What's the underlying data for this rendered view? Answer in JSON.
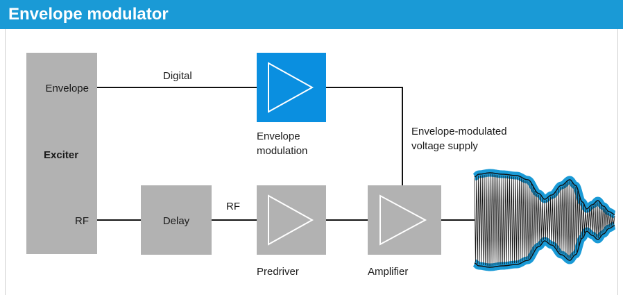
{
  "title": "Envelope modulator",
  "colors": {
    "header": "#1a9ad6",
    "block_gray": "#b2b2b2",
    "block_blue": "#0a8fe0",
    "signal_outline": "#1a9ad6"
  },
  "exciter": {
    "label": "Exciter",
    "envelope_port": "Envelope",
    "rf_port": "RF"
  },
  "labels": {
    "digital": "Digital",
    "rf": "RF",
    "delay": "Delay",
    "envelope_modulation_1": "Envelope",
    "envelope_modulation_2": "modulation",
    "supply_1": "Envelope-modulated",
    "supply_2": "voltage supply",
    "predriver": "Predriver",
    "amplifier": "Amplifier"
  },
  "icons": {
    "envelope_amp": "amplifier-triangle-icon",
    "predriver_amp": "amplifier-triangle-icon",
    "final_amp": "amplifier-triangle-icon"
  }
}
